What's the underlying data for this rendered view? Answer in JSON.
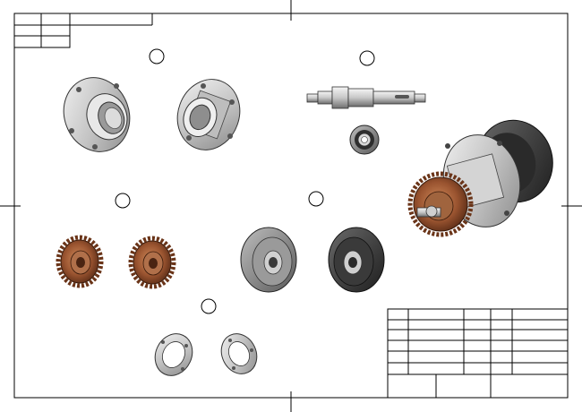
{
  "sheet": {
    "frame_color": "#000000",
    "background": "#ffffff"
  },
  "title_block_rows": 6,
  "parts": [
    {
      "id": "flange-housing-front",
      "icon": "flange-housing-icon"
    },
    {
      "id": "flange-housing-rear",
      "icon": "flange-housing-icon"
    },
    {
      "id": "shaft",
      "icon": "shaft-icon"
    },
    {
      "id": "ball-bearing",
      "icon": "bearing-icon"
    },
    {
      "id": "assembled-unit",
      "icon": "assembly-icon"
    },
    {
      "id": "bronze-gear-1",
      "icon": "gear-icon"
    },
    {
      "id": "bronze-gear-2",
      "icon": "gear-icon"
    },
    {
      "id": "pulley-grey",
      "icon": "pulley-icon"
    },
    {
      "id": "pulley-dark",
      "icon": "pulley-icon"
    },
    {
      "id": "retaining-ring-1",
      "icon": "ring-icon"
    },
    {
      "id": "retaining-ring-2",
      "icon": "ring-icon"
    }
  ],
  "colors": {
    "metal": "#c8c8c8",
    "metal_dark": "#7a7a7a",
    "bronze": "#8a4a2a",
    "bronze_light": "#b5744a",
    "dark_part": "#3a3a3a"
  }
}
